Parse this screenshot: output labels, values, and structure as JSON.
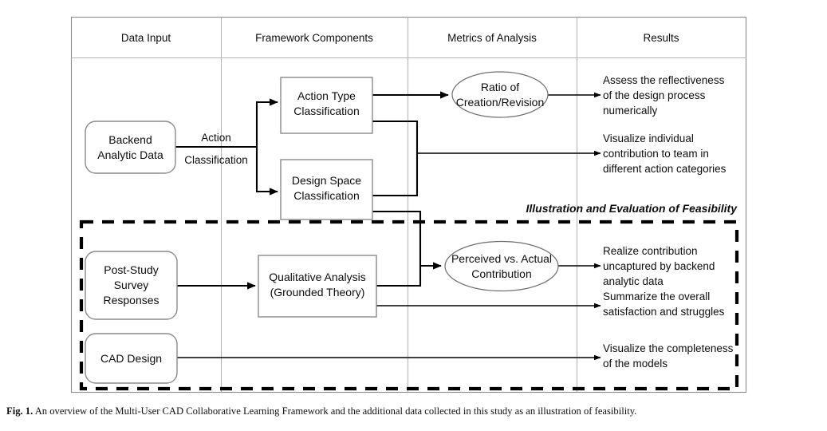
{
  "figure": {
    "caption_label": "Fig. 1.",
    "caption_text": "An overview of the Multi-User CAD Collaborative Learning Framework and the additional data collected in this study as an illustration of feasibility."
  },
  "columns": [
    {
      "id": "data-input",
      "label": "Data Input"
    },
    {
      "id": "framework-components",
      "label": "Framework Components"
    },
    {
      "id": "metrics-of-analysis",
      "label": "Metrics of Analysis"
    },
    {
      "id": "results",
      "label": "Results"
    }
  ],
  "region": {
    "title": "Illustration and Evaluation of Feasibility"
  },
  "data_inputs": [
    {
      "id": "backend-analytic-data",
      "lines": [
        "Backend",
        "Analytic Data"
      ]
    },
    {
      "id": "post-study-survey-responses",
      "lines": [
        "Post-Study",
        "Survey",
        "Responses"
      ]
    },
    {
      "id": "cad-design",
      "lines": [
        "CAD Design"
      ]
    }
  ],
  "framework_components": [
    {
      "id": "action-type-classification",
      "lines": [
        "Action Type",
        "Classification"
      ]
    },
    {
      "id": "design-space-classification",
      "lines": [
        "Design Space",
        "Classification"
      ]
    },
    {
      "id": "qualitative-analysis",
      "lines": [
        "Qualitative Analysis",
        "(Grounded Theory)"
      ]
    }
  ],
  "metrics": [
    {
      "id": "ratio-of-creation-revision",
      "lines": [
        "Ratio of",
        "Creation/Revision"
      ]
    },
    {
      "id": "perceived-vs-actual-contribution",
      "lines": [
        "Perceived vs. Actual",
        "Contribution"
      ]
    }
  ],
  "edge_labels": [
    {
      "id": "action-classification",
      "lines": [
        "Action",
        "Classification"
      ]
    }
  ],
  "results": [
    {
      "id": "assess-reflectiveness",
      "lines": [
        "Assess the reflectiveness",
        "of the design process",
        "numerically"
      ]
    },
    {
      "id": "visualize-individual-contribution",
      "lines": [
        "Visualize individual",
        "contribution to team in",
        "different action categories"
      ]
    },
    {
      "id": "realize-contribution-uncaptured",
      "lines": [
        "Realize contribution",
        "uncaptured by backend",
        "analytic data"
      ]
    },
    {
      "id": "summarize-satisfaction",
      "lines": [
        "Summarize the overall",
        "satisfaction and struggles"
      ]
    },
    {
      "id": "visualize-completeness",
      "lines": [
        "Visualize the completeness",
        "of the models"
      ]
    }
  ],
  "colors": {
    "frame_stroke": "#8a8a8a",
    "divider_stroke": "#b5b5b5",
    "node_stroke": "#8a8a8a",
    "connector_stroke": "#000000",
    "text": "#0d0d0d",
    "background": "#ffffff"
  }
}
